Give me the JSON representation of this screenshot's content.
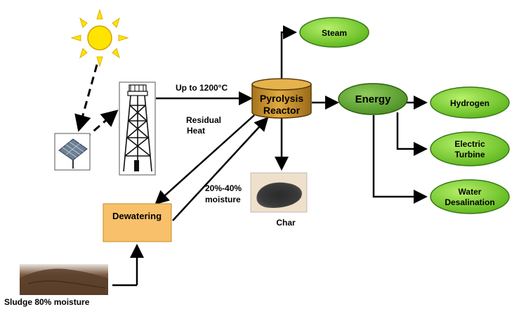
{
  "nodes": {
    "reactor": {
      "line1": "Pyrolysis",
      "line2": "Reactor"
    },
    "steam": "Steam",
    "energy": "Energy",
    "hydrogen": "Hydrogen",
    "turbine": {
      "line1": "Electric",
      "line2": "Turbine"
    },
    "desalination": {
      "line1": "Water",
      "line2": "Desalination"
    },
    "dewatering": "Dewatering",
    "char": "Char",
    "sludge": "Sludge 80% moisture"
  },
  "annotations": {
    "temperature": "Up to 1200°C",
    "residual_heat": {
      "line1": "Residual",
      "line2": "Heat"
    },
    "moisture": {
      "line1": "20%-40%",
      "line2": "moisture"
    }
  },
  "colors": {
    "green_fill": "#7ed321",
    "green_dark": "#3a7a1a",
    "reactor_fill": "#c8912a",
    "dewatering_fill": "#f8c06a",
    "sun": "#ffe400"
  },
  "icons": [
    "sun-icon",
    "solar-panel-icon",
    "solar-tower-icon",
    "char-photo",
    "sludge-photo"
  ]
}
